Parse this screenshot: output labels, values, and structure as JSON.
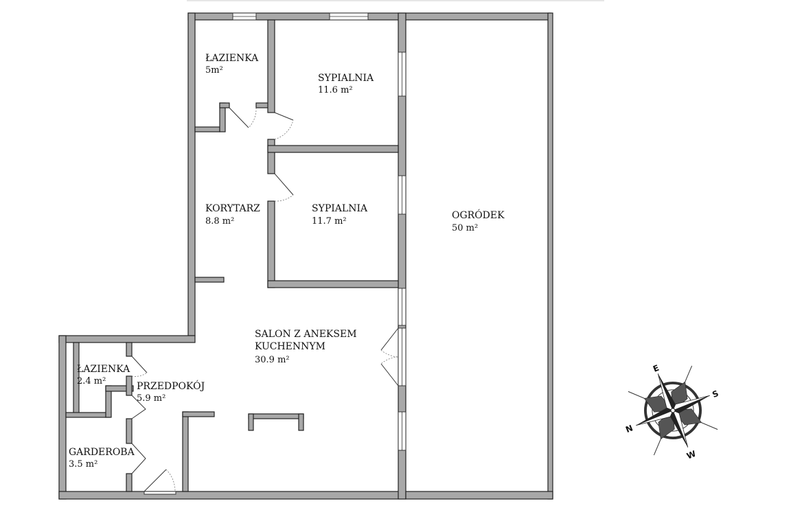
{
  "rooms": {
    "bathroom_top": {
      "name": "ŁAZIENKA",
      "area": "5m²"
    },
    "bedroom_1": {
      "name": "SYPIALNIA",
      "area": "11.6 m²"
    },
    "hallway": {
      "name": "KORYTARZ",
      "area": "8.8 m²"
    },
    "bedroom_2": {
      "name": "SYPIALNIA",
      "area": "11.7 m²"
    },
    "garden": {
      "name": "OGRÓDEK",
      "area": "50 m²"
    },
    "living": {
      "name_line1": "SALON Z ANEKSEM",
      "name_line2": "KUCHENNYM",
      "area": "30.9 m²"
    },
    "bathroom_small": {
      "name": "ŁAZIENKA",
      "area": "2.4 m²"
    },
    "entry": {
      "name": "PRZEDPOKÓJ",
      "area": "5.9 m²"
    },
    "wardrobe": {
      "name": "GARDEROBA",
      "area": "3.5 m²"
    }
  },
  "compass": {
    "n": "N",
    "e": "E",
    "s": "S",
    "w": "W"
  },
  "colors": {
    "wall": "#a8a8a8",
    "outline": "#222222",
    "background": "#ffffff"
  }
}
